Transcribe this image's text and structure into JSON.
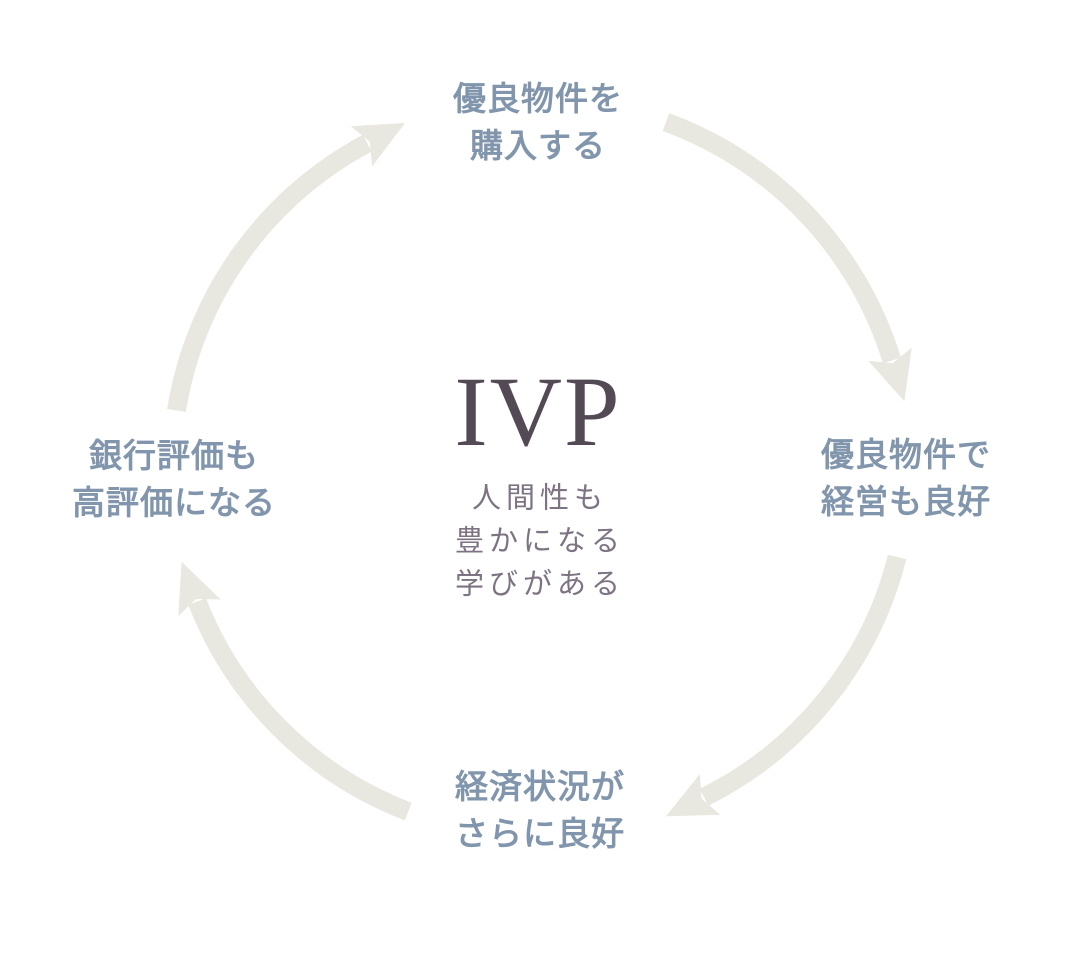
{
  "diagram": {
    "center": {
      "title": "IVP",
      "subtitle_lines": [
        "人間性も",
        "豊かになる",
        "学びがある"
      ]
    },
    "nodes": [
      {
        "id": "top",
        "lines": [
          "優良物件を",
          "購入する"
        ]
      },
      {
        "id": "right",
        "lines": [
          "優良物件で",
          "経営も良好"
        ]
      },
      {
        "id": "bottom",
        "lines": [
          "経済状況が",
          "さらに良好"
        ]
      },
      {
        "id": "left",
        "lines": [
          "銀行評価も",
          "高評価になる"
        ]
      }
    ],
    "arrows": [
      {
        "from": "left",
        "to": "top"
      },
      {
        "from": "top",
        "to": "right"
      },
      {
        "from": "right",
        "to": "bottom"
      },
      {
        "from": "bottom",
        "to": "left"
      }
    ],
    "flow_direction": "clockwise",
    "colors": {
      "node_text": "#8195ac",
      "center_title": "#534a55",
      "center_subtitle": "#7d7383",
      "arrow": "#e8e8e0",
      "background": "#ffffff"
    }
  }
}
